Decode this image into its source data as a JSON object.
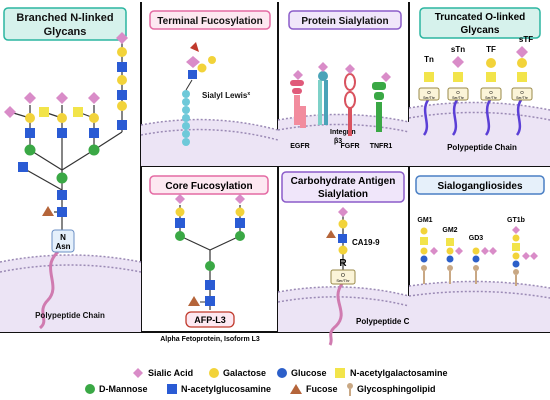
{
  "panels": {
    "branched": {
      "title_line1": "Branched N-linked",
      "title_line2": "Glycans",
      "asn_top": "N",
      "asn_bottom": "Asn",
      "chain": "Polypeptide Chain"
    },
    "terminal": {
      "title": "Terminal Fucosylation",
      "label": "Sialyl Lewis",
      "label_sup": "x"
    },
    "sialylation": {
      "title": "Protein Sialylation",
      "egfr": "EGFR",
      "integrin_line1": "Integrin",
      "integrin_line2": "β3",
      "fgfr": "FGFR",
      "tnfr1": "TNFR1"
    },
    "truncated": {
      "title_line1": "Truncated O-linked",
      "title_line2": "Glycans",
      "tn": "Tn",
      "stn": "sTn",
      "tf": "TF",
      "stf": "sTF",
      "anchor_top": "O",
      "anchor_bottom": "Ser/Thr",
      "chain": "Polypeptide Chain"
    },
    "core": {
      "title": "Core Fucosylation",
      "afp": "AFP-L3",
      "caption": "Alpha Fetoprotein, Isoform L3"
    },
    "carbo": {
      "title_line1": "Carbohydrate Antigen",
      "title_line2": "Sialylation",
      "ca": "CA19-9",
      "r": "R",
      "anchor_top": "O",
      "anchor_bottom": "Ser/Thr",
      "chain": "Polypeptide Chain"
    },
    "sialo": {
      "title": "Sialogangliosides",
      "gm1": "GM1",
      "gm2": "GM2",
      "gd3": "GD3",
      "gt1b": "GT1b"
    }
  },
  "legend": {
    "sialic_acid": "Sialic Acid",
    "galactose": "Galactose",
    "glucose": "Glucose",
    "galnac": "N-acetylgalactosamine",
    "mannose": "D-Mannose",
    "glcnac": "N-acetylglucosamine",
    "fucose": "Fucose",
    "glycosphingolipid": "Glycosphingolipid"
  },
  "colors": {
    "sialic_acid": "#d98cc8",
    "galactose": "#f2d33a",
    "glucose": "#2c5fc9",
    "galnac": "#f2e44a",
    "mannose": "#3aa845",
    "glcnac": "#2a5bd4",
    "fucose": "#b5653a",
    "title_teal_border": "#2bb5a0",
    "title_pink_border": "#e46aa3",
    "title_purple_border": "#8b5cc9",
    "membrane": "#ece4f5"
  }
}
